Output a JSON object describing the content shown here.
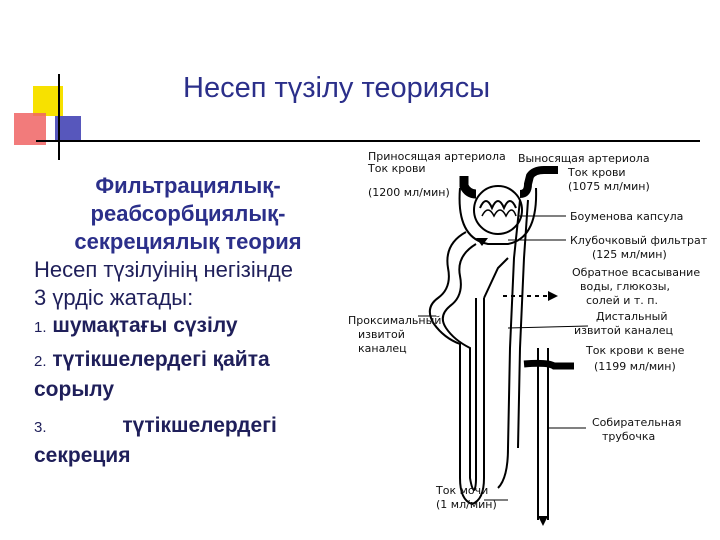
{
  "title": "Несеп түзілу теориясы",
  "theory": {
    "name_lines": [
      "Фильтрациялық-",
      "реабсорбциялық-",
      "секрециялық теория"
    ],
    "intro_lines": [
      "Несеп түзілуінің негізінде",
      "3 үрдіс жатады:"
    ],
    "items": [
      {
        "num": "1.",
        "text": "шумақтағы сүзілу",
        "cont": ""
      },
      {
        "num": "2.",
        "text": "түтікшелердегі  қайта",
        "cont": "сорылу"
      },
      {
        "num": "3.",
        "text": "түтікшелердегі",
        "cont": "секреция"
      }
    ]
  },
  "diagram": {
    "labels": {
      "afferent_1": "Приносящая артериола",
      "afferent_2": "Ток крови",
      "afferent_3": "(1200 мл/мин)",
      "efferent_1": "Выносящая артериола",
      "efferent_2": "Ток крови",
      "efferent_3": "(1075 мл/мин)",
      "bowman": "Боуменова капсула",
      "filtrate_1": "Клубочковый фильтрат",
      "filtrate_2": "(125 мл/мин)",
      "reabs_1": "Обратное всасывание",
      "reabs_2": "воды, глюкозы,",
      "reabs_3": "солей и т. п.",
      "distal_1": "Дистальный",
      "distal_2": "извитой каналец",
      "proximal_1": "Проксимальный",
      "proximal_2": "извитой",
      "proximal_3": "каналец",
      "vein_1": "Ток крови к вене",
      "vein_2": "(1199 мл/мин)",
      "collecting_1": "Собирательная",
      "collecting_2": "трубочка",
      "urine_1": "Ток мочи",
      "urine_2": "(1 мл/мин)"
    }
  },
  "colors": {
    "title": "#2b2f8a",
    "yellow": "#f7e100",
    "red": "#f05a5a",
    "blue": "#3a3ab0"
  }
}
